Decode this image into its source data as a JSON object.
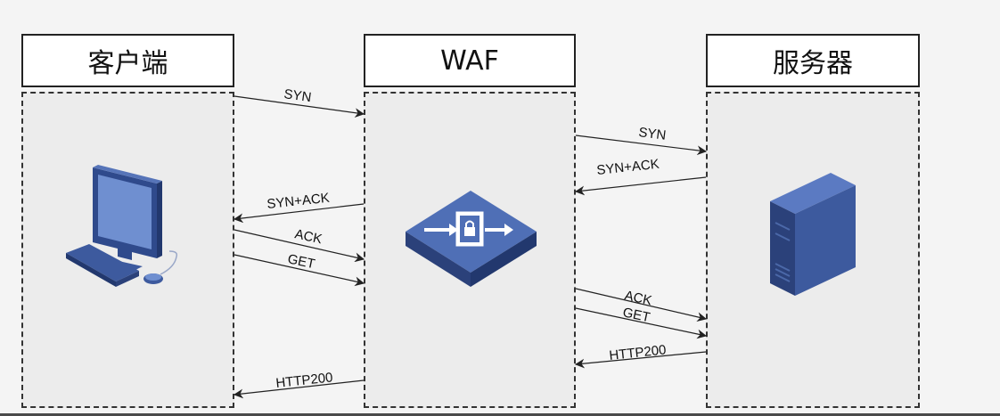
{
  "participants": {
    "client": "客户端",
    "waf": "WAF",
    "server": "服务器"
  },
  "messages": {
    "m1": "SYN",
    "m2": "SYN",
    "m3": "SYN+ACK",
    "m4": "SYN+ACK",
    "m5": "ACK",
    "m6": "GET",
    "m7": "ACK",
    "m8": "GET",
    "m9": "HTTP200",
    "m10": "HTTP200"
  },
  "colors": {
    "device_blue": "#3d5a9e",
    "device_blue_dark": "#2b417a",
    "device_blue_light": "#5b7ac2",
    "lane_fill": "#ececec"
  },
  "icons": {
    "client": "desktop-computer-icon",
    "waf": "waf-firewall-icon",
    "server": "tower-server-icon"
  }
}
